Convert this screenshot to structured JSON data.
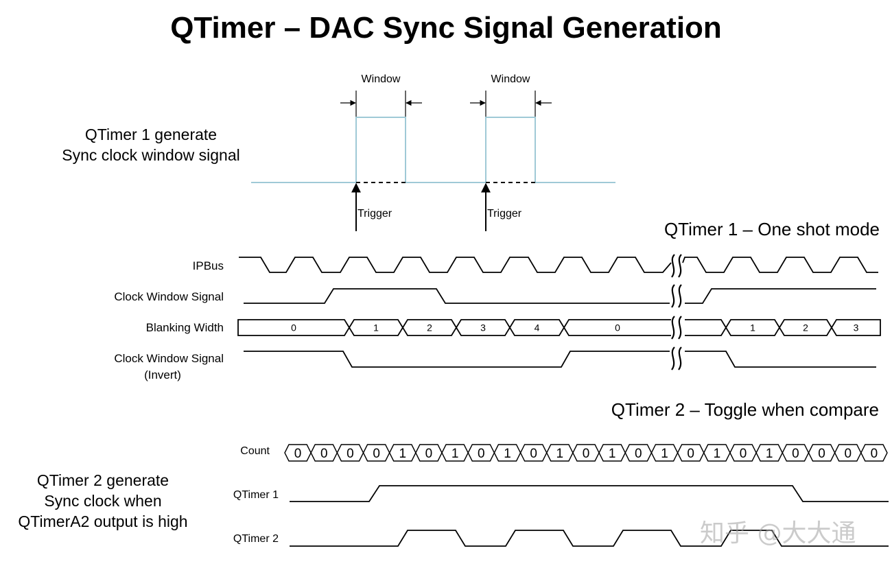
{
  "title": "QTimer – DAC Sync Signal Generation",
  "top_section": {
    "label_line1": "QTimer 1 generate",
    "label_line2": "Sync clock window signal",
    "window_labels": [
      "Window",
      "Window"
    ],
    "trigger_labels": [
      "Trigger",
      "Trigger"
    ],
    "mode_label": "QTimer 1 – One shot mode",
    "signal_color": "#9fc9d6"
  },
  "timing_diagram_1": {
    "signals": [
      {
        "name": "IPBus"
      },
      {
        "name": "Clock Window Signal"
      },
      {
        "name": "Blanking Width"
      },
      {
        "name": "Clock Window Signal",
        "name2": "(Invert)"
      }
    ],
    "blanking_values": [
      "0",
      "1",
      "2",
      "3",
      "4",
      "0",
      "1",
      "2",
      "3"
    ]
  },
  "bottom_section": {
    "mode_label": "QTimer 2 – Toggle when compare",
    "label_line1": "QTimer 2 generate",
    "label_line2": "Sync clock when",
    "label_line3": "QTimerA2 output is high",
    "signals": [
      {
        "name": "Count"
      },
      {
        "name": "QTimer 1"
      },
      {
        "name": "QTimer 2"
      }
    ],
    "count_values": [
      "0",
      "0",
      "0",
      "0",
      "1",
      "0",
      "1",
      "0",
      "1",
      "0",
      "1",
      "0",
      "1",
      "0",
      "1",
      "0",
      "1",
      "0",
      "1",
      "0",
      "0",
      "0",
      "0"
    ]
  },
  "watermark": "知乎 @大大通"
}
